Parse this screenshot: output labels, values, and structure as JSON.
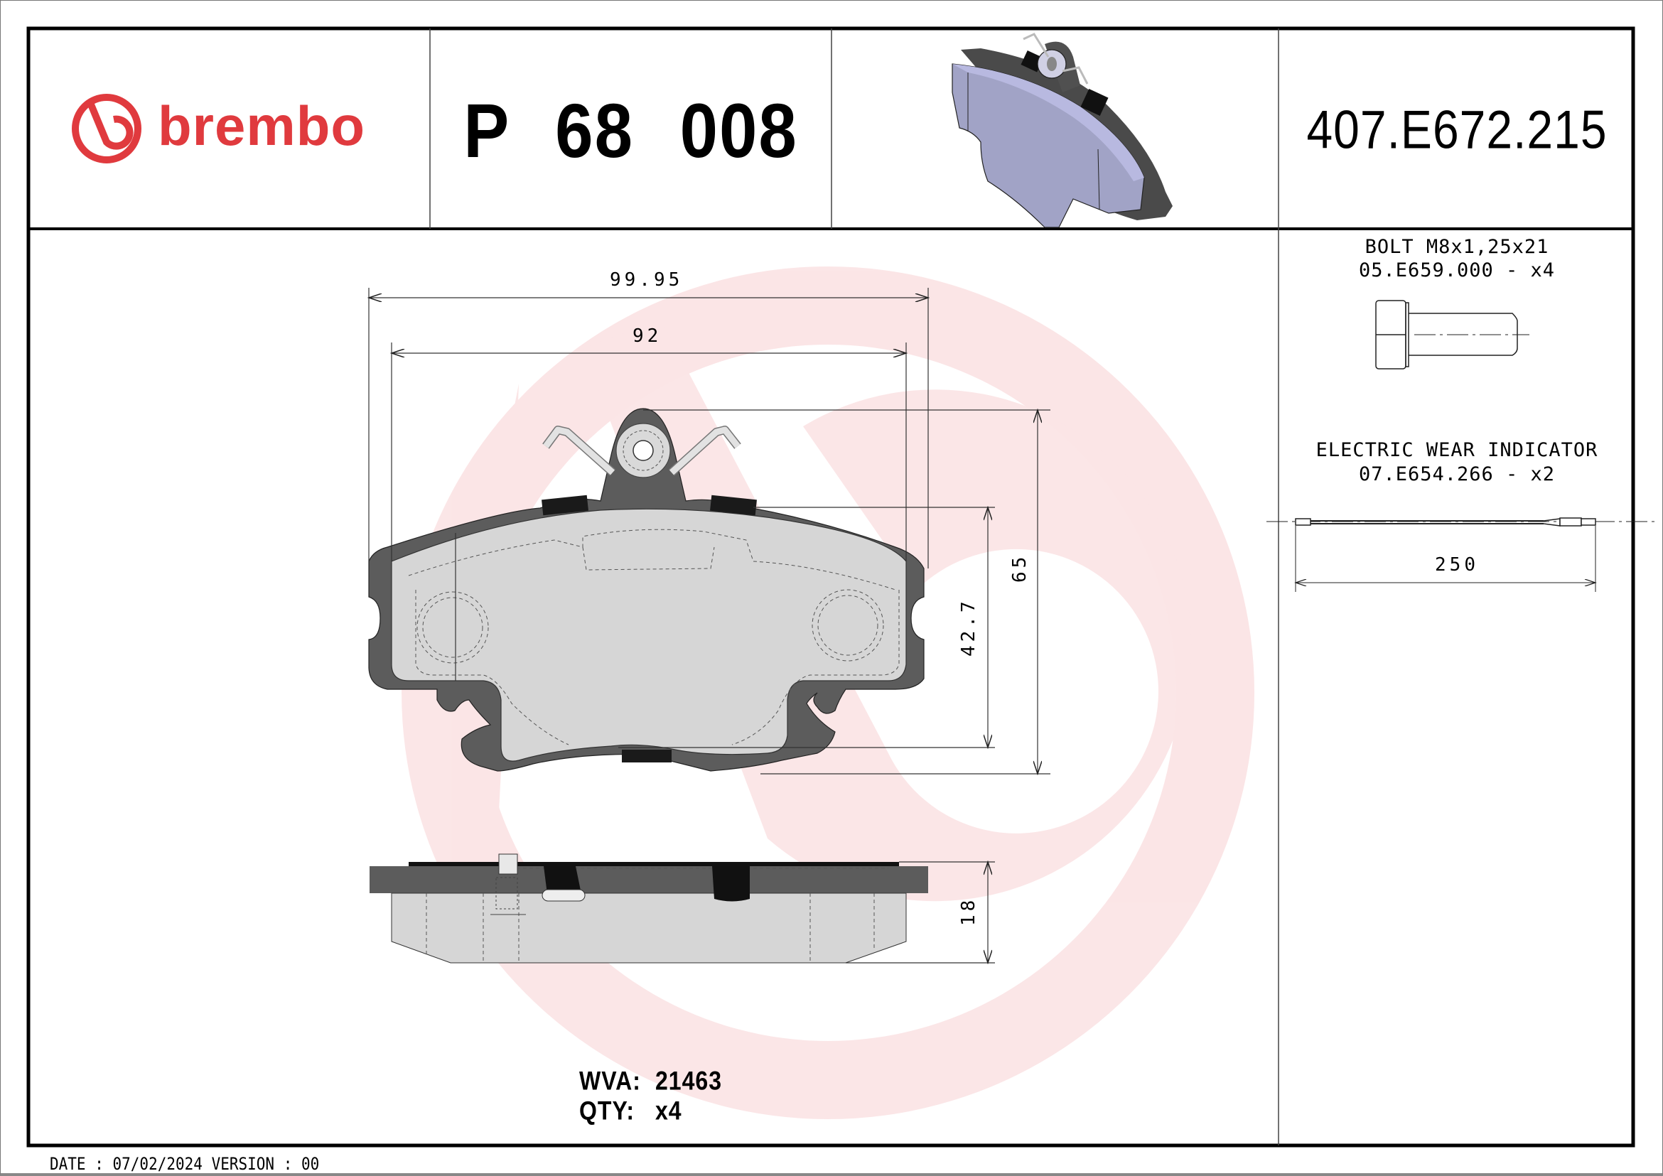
{
  "header": {
    "brand": "brembo",
    "brand_color": "#e03a3e",
    "part_number": "P 68 008",
    "reference_code": "407.E672.215",
    "product_image": "brake-pad-3d-render"
  },
  "drawing": {
    "front_view": {
      "dimensions": {
        "overall_width": "99.95",
        "friction_width": "92",
        "friction_height": "42.7",
        "overall_height": "65"
      }
    },
    "side_view": {
      "dimensions": {
        "thickness": "18"
      }
    },
    "watermark": "brembo-logo-watermark",
    "wva_label": "WVA:",
    "wva_value": "21463",
    "qty_label": "QTY:",
    "qty_value": "x4"
  },
  "accessories": {
    "bolt": {
      "title": "BOLT M8x1,25x21",
      "code_line": "05.E659.000 - x4",
      "icon": "bolt-drawing"
    },
    "wear_indicator": {
      "title": "ELECTRIC WEAR INDICATOR",
      "code_line": "07.E654.266 - x2",
      "length": "250",
      "icon": "wear-indicator-cable-drawing"
    }
  },
  "footer": {
    "text": "DATE : 07/02/2024 VERSION : 00",
    "date": "07/02/2024",
    "version": "00"
  },
  "colors": {
    "backplate": "#5a5a5a",
    "friction": "#d6d6d6",
    "watermark": "#f7c8cb",
    "render_face": "#a4a6c8"
  }
}
